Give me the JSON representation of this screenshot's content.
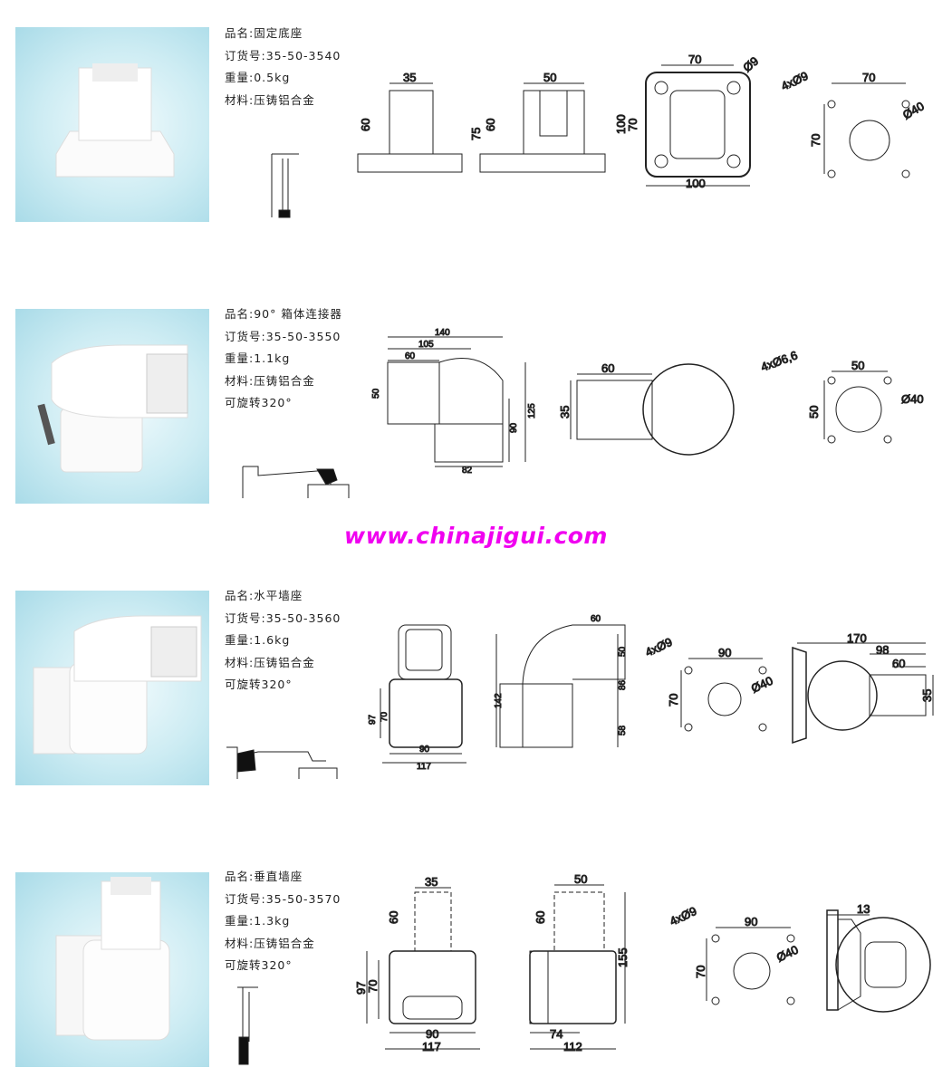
{
  "watermark": "www.chinajigui.com",
  "products": [
    {
      "name": "品名:固定底座",
      "order_no": "订货号:35-50-3540",
      "weight": "重量:0.5kg",
      "material": "材料:压铸铝合金",
      "dims": [
        "35",
        "60",
        "50",
        "75",
        "60",
        "70",
        "Ø9",
        "100",
        "70",
        "100",
        "4xØ9",
        "70",
        "Ø40",
        "70"
      ]
    },
    {
      "name": "品名:90° 箱体连接器",
      "order_no": "订货号:35-50-3550",
      "weight": "重量:1.1kg",
      "material": "材料:压铸铝合金",
      "rotation": "可旋转320°",
      "dims": [
        "140",
        "105",
        "60",
        "50",
        "90",
        "125",
        "82",
        "60",
        "35",
        "4xØ6,6",
        "50",
        "Ø40",
        "50"
      ]
    },
    {
      "name": "品名:水平墙座",
      "order_no": "订货号:35-50-3560",
      "weight": "重量:1.6kg",
      "material": "材料:压铸铝合金",
      "rotation": "可旋转320°",
      "dims": [
        "97",
        "70",
        "90",
        "117",
        "60",
        "50",
        "142",
        "86",
        "58",
        "4xØ9",
        "90",
        "Ø40",
        "70",
        "170",
        "98",
        "60",
        "35"
      ]
    },
    {
      "name": "品名:垂直墙座",
      "order_no": "订货号:35-50-3570",
      "weight": "重量:1.3kg",
      "material": "材料:压铸铝合金",
      "rotation": "可旋转320°",
      "dims": [
        "35",
        "60",
        "97",
        "70",
        "90",
        "117",
        "50",
        "60",
        "155",
        "74",
        "112",
        "4xØ9",
        "90",
        "Ø40",
        "70",
        "13"
      ]
    }
  ]
}
